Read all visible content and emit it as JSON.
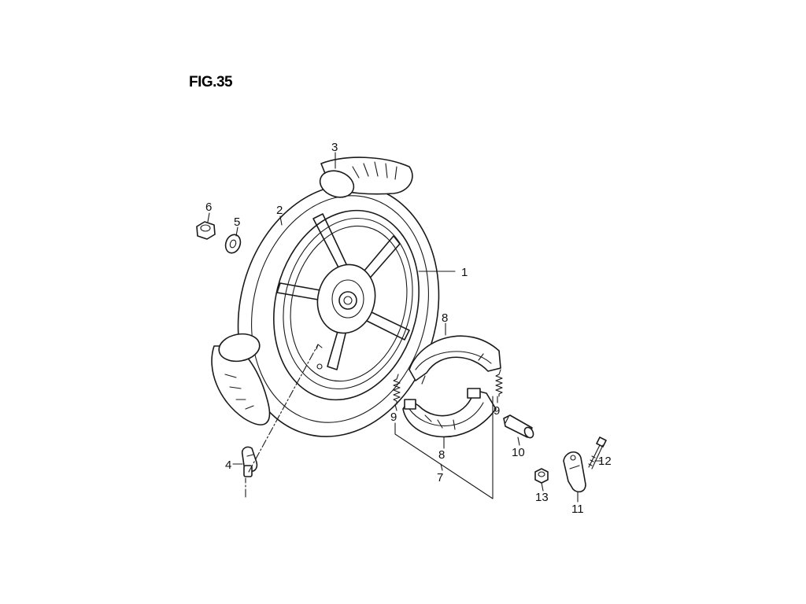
{
  "figure": {
    "title": "FIG.35"
  },
  "callouts": [
    {
      "id": "1",
      "text": "1"
    },
    {
      "id": "2",
      "text": "2"
    },
    {
      "id": "3",
      "text": "3"
    },
    {
      "id": "4",
      "text": "4"
    },
    {
      "id": "5",
      "text": "5"
    },
    {
      "id": "6",
      "text": "6"
    },
    {
      "id": "7",
      "text": "7"
    },
    {
      "id": "8a",
      "text": "8"
    },
    {
      "id": "8b",
      "text": "8"
    },
    {
      "id": "9a",
      "text": "9"
    },
    {
      "id": "9b",
      "text": "9"
    },
    {
      "id": "10",
      "text": "10"
    },
    {
      "id": "11",
      "text": "11"
    },
    {
      "id": "12",
      "text": "12"
    },
    {
      "id": "13",
      "text": "13"
    }
  ]
}
